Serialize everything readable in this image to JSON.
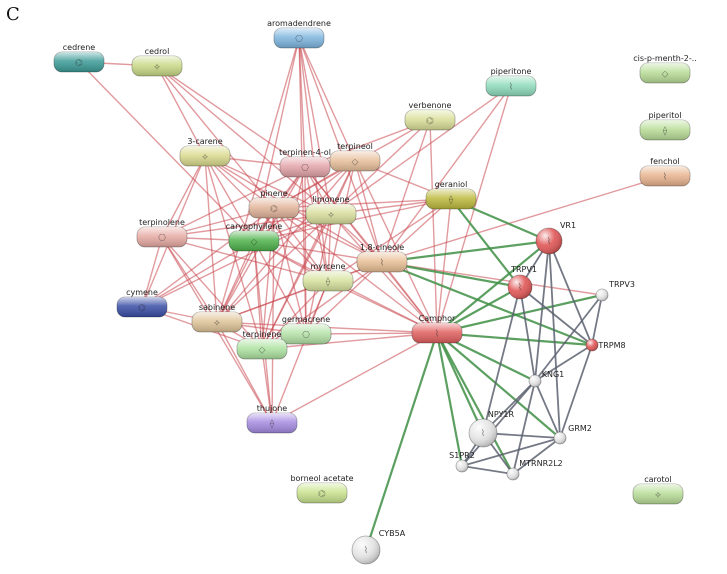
{
  "panel_label": "C",
  "nodes": [
    {
      "id": "cedrene",
      "label": "cedrene",
      "kind": "pill",
      "color": "#3c9c98"
    },
    {
      "id": "cedrol",
      "label": "cedrol",
      "kind": "pill",
      "color": "#c9d986"
    },
    {
      "id": "aromadendrene",
      "label": "aromadendrene",
      "kind": "pill",
      "color": "#7fb6df"
    },
    {
      "id": "cis-p-menth",
      "label": "cis-p-menth-2-..",
      "kind": "pill",
      "color": "#b9dd98"
    },
    {
      "id": "piperitone",
      "label": "piperitone",
      "kind": "pill",
      "color": "#8fdcbc"
    },
    {
      "id": "piperitol",
      "label": "piperitol",
      "kind": "pill",
      "color": "#b9dd98"
    },
    {
      "id": "verbenone",
      "label": "verbenone",
      "kind": "pill",
      "color": "#dadf98"
    },
    {
      "id": "3-carene",
      "label": "3-carene",
      "kind": "pill",
      "color": "#dadb8e"
    },
    {
      "id": "terpinen-4-ol",
      "label": "terpinen-4-ol",
      "kind": "pill",
      "color": "#e3a3a8"
    },
    {
      "id": "terpineol",
      "label": "terpineol",
      "kind": "pill",
      "color": "#e8c09c"
    },
    {
      "id": "fenchol",
      "label": "fenchol",
      "kind": "pill",
      "color": "#e8b48f"
    },
    {
      "id": "geraniol",
      "label": "geraniol",
      "kind": "pill",
      "color": "#bdba3e"
    },
    {
      "id": "pinene",
      "label": "pinene",
      "kind": "pill",
      "color": "#e2b49a"
    },
    {
      "id": "limonene",
      "label": "limonene",
      "kind": "pill",
      "color": "#d9dd9c"
    },
    {
      "id": "terpinolene",
      "label": "terpinolene",
      "kind": "pill",
      "color": "#e7aaa3"
    },
    {
      "id": "caryophyllene",
      "label": "caryophyllene",
      "kind": "pill",
      "color": "#4fb34c"
    },
    {
      "id": "1,8-cineole",
      "label": "1,8-cineole",
      "kind": "pill",
      "color": "#e8bf96"
    },
    {
      "id": "myrcene",
      "label": "myrcene",
      "kind": "pill",
      "color": "#d7e29e"
    },
    {
      "id": "cymene",
      "label": "cymene",
      "kind": "pill",
      "color": "#3a4ea6"
    },
    {
      "id": "sabinene",
      "label": "sabinene",
      "kind": "pill",
      "color": "#dfc499"
    },
    {
      "id": "germacrene",
      "label": "germacrene",
      "kind": "pill",
      "color": "#b5e2a8"
    },
    {
      "id": "terpinene",
      "label": "terpinene",
      "kind": "pill",
      "color": "#aee2a1"
    },
    {
      "id": "Camphor",
      "label": "Camphor",
      "kind": "pill",
      "color": "#e0605f"
    },
    {
      "id": "thujone",
      "label": "thujone",
      "kind": "pill",
      "color": "#a58be0"
    },
    {
      "id": "borneol-acetate",
      "label": "borneol acetate",
      "kind": "pill",
      "color": "#c9e38e"
    },
    {
      "id": "carotol",
      "label": "carotol",
      "kind": "pill",
      "color": "#b9dd98"
    },
    {
      "id": "VR1",
      "label": "VR1",
      "kind": "ball",
      "color": "#e05555"
    },
    {
      "id": "TRPV1",
      "label": "TRPV1",
      "kind": "ball",
      "color": "#e05555"
    },
    {
      "id": "TRPV3",
      "label": "TRPV3",
      "kind": "ball",
      "color": "#e4e4e4"
    },
    {
      "id": "TRPM8",
      "label": "TRPM8",
      "kind": "ball",
      "color": "#e05555"
    },
    {
      "id": "KNG1",
      "label": "KNG1",
      "kind": "ball",
      "color": "#e4e4e4"
    },
    {
      "id": "NPY1R",
      "label": "NPY1R",
      "kind": "ball",
      "color": "#e4e4e4"
    },
    {
      "id": "GRM2",
      "label": "GRM2",
      "kind": "ball",
      "color": "#e4e4e4"
    },
    {
      "id": "S1PR2",
      "label": "S1PR2",
      "kind": "ball",
      "color": "#e4e4e4"
    },
    {
      "id": "MTRNR2L2",
      "label": "MTRNR2L2",
      "kind": "ball",
      "color": "#e4e4e4"
    },
    {
      "id": "CYB5A",
      "label": "CYB5A",
      "kind": "ball",
      "color": "#e4e4e4"
    }
  ],
  "edge_colors": {
    "red": "#c9474e",
    "green": "#3f8f45",
    "grey": "#5c6170"
  },
  "edges": [
    [
      "cedrene",
      "cedrol",
      "red"
    ],
    [
      "cedrene",
      "caryophyllene",
      "red"
    ],
    [
      "cedrol",
      "terpinen-4-ol",
      "red"
    ],
    [
      "cedrol",
      "3-carene",
      "red"
    ],
    [
      "cedrol",
      "limonene",
      "red"
    ],
    [
      "cedrol",
      "pinene",
      "red"
    ],
    [
      "aromadendrene",
      "terpinen-4-ol",
      "red"
    ],
    [
      "aromadendrene",
      "caryophyllene",
      "red"
    ],
    [
      "aromadendrene",
      "1,8-cineole",
      "red"
    ],
    [
      "aromadendrene",
      "limonene",
      "red"
    ],
    [
      "aromadendrene",
      "sabinene",
      "red"
    ],
    [
      "aromadendrene",
      "germacrene",
      "red"
    ],
    [
      "aromadendrene",
      "myrcene",
      "red"
    ],
    [
      "aromadendrene",
      "terpineol",
      "red"
    ],
    [
      "piperitone",
      "1,8-cineole",
      "red"
    ],
    [
      "piperitone",
      "limonene",
      "red"
    ],
    [
      "piperitone",
      "Camphor",
      "red"
    ],
    [
      "verbenone",
      "pinene",
      "red"
    ],
    [
      "verbenone",
      "Camphor",
      "red"
    ],
    [
      "verbenone",
      "limonene",
      "red"
    ],
    [
      "verbenone",
      "terpinen-4-ol",
      "red"
    ],
    [
      "verbenone",
      "1,8-cineole",
      "red"
    ],
    [
      "fenchol",
      "1,8-cineole",
      "red"
    ],
    [
      "3-carene",
      "terpinen-4-ol",
      "red"
    ],
    [
      "3-carene",
      "pinene",
      "red"
    ],
    [
      "3-carene",
      "limonene",
      "red"
    ],
    [
      "3-carene",
      "myrcene",
      "red"
    ],
    [
      "3-carene",
      "sabinene",
      "red"
    ],
    [
      "3-carene",
      "terpinolene",
      "red"
    ],
    [
      "3-carene",
      "caryophyllene",
      "red"
    ],
    [
      "3-carene",
      "cymene",
      "red"
    ],
    [
      "3-carene",
      "terpinene",
      "red"
    ],
    [
      "3-carene",
      "1,8-cineole",
      "red"
    ],
    [
      "terpinen-4-ol",
      "terpineol",
      "red"
    ],
    [
      "terpinen-4-ol",
      "pinene",
      "red"
    ],
    [
      "terpinen-4-ol",
      "limonene",
      "red"
    ],
    [
      "terpinen-4-ol",
      "1,8-cineole",
      "red"
    ],
    [
      "terpinen-4-ol",
      "myrcene",
      "red"
    ],
    [
      "terpinen-4-ol",
      "sabinene",
      "red"
    ],
    [
      "terpinen-4-ol",
      "terpinene",
      "red"
    ],
    [
      "terpinen-4-ol",
      "Camphor",
      "red"
    ],
    [
      "terpinen-4-ol",
      "caryophyllene",
      "red"
    ],
    [
      "terpinen-4-ol",
      "germacrene",
      "red"
    ],
    [
      "terpinen-4-ol",
      "terpinolene",
      "red"
    ],
    [
      "terpineol",
      "limonene",
      "red"
    ],
    [
      "terpineol",
      "pinene",
      "red"
    ],
    [
      "terpineol",
      "1,8-cineole",
      "red"
    ],
    [
      "terpineol",
      "myrcene",
      "red"
    ],
    [
      "terpineol",
      "Camphor",
      "red"
    ],
    [
      "terpineol",
      "geraniol",
      "red"
    ],
    [
      "terpineol",
      "caryophyllene",
      "red"
    ],
    [
      "terpineol",
      "sabinene",
      "red"
    ],
    [
      "terpineol",
      "terpinene",
      "red"
    ],
    [
      "geraniol",
      "limonene",
      "red"
    ],
    [
      "geraniol",
      "1,8-cineole",
      "red"
    ],
    [
      "geraniol",
      "myrcene",
      "red"
    ],
    [
      "geraniol",
      "Camphor",
      "red"
    ],
    [
      "geraniol",
      "pinene",
      "red"
    ],
    [
      "geraniol",
      "caryophyllene",
      "red"
    ],
    [
      "pinene",
      "limonene",
      "red"
    ],
    [
      "pinene",
      "caryophyllene",
      "red"
    ],
    [
      "pinene",
      "myrcene",
      "red"
    ],
    [
      "pinene",
      "1,8-cineole",
      "red"
    ],
    [
      "pinene",
      "sabinene",
      "red"
    ],
    [
      "pinene",
      "terpinolene",
      "red"
    ],
    [
      "pinene",
      "terpinene",
      "red"
    ],
    [
      "pinene",
      "Camphor",
      "red"
    ],
    [
      "pinene",
      "germacrene",
      "red"
    ],
    [
      "pinene",
      "cymene",
      "red"
    ],
    [
      "pinene",
      "thujone",
      "red"
    ],
    [
      "limonene",
      "caryophyllene",
      "red"
    ],
    [
      "limonene",
      "myrcene",
      "red"
    ],
    [
      "limonene",
      "1,8-cineole",
      "red"
    ],
    [
      "limonene",
      "sabinene",
      "red"
    ],
    [
      "limonene",
      "terpinene",
      "red"
    ],
    [
      "limonene",
      "Camphor",
      "red"
    ],
    [
      "limonene",
      "germacrene",
      "red"
    ],
    [
      "limonene",
      "terpinolene",
      "red"
    ],
    [
      "limonene",
      "cymene",
      "red"
    ],
    [
      "terpinolene",
      "caryophyllene",
      "red"
    ],
    [
      "terpinolene",
      "sabinene",
      "red"
    ],
    [
      "terpinolene",
      "terpinene",
      "red"
    ],
    [
      "terpinolene",
      "cymene",
      "red"
    ],
    [
      "terpinolene",
      "myrcene",
      "red"
    ],
    [
      "terpinolene",
      "thujone",
      "red"
    ],
    [
      "caryophyllene",
      "myrcene",
      "red"
    ],
    [
      "caryophyllene",
      "1,8-cineole",
      "red"
    ],
    [
      "caryophyllene",
      "sabinene",
      "red"
    ],
    [
      "caryophyllene",
      "germacrene",
      "red"
    ],
    [
      "caryophyllene",
      "terpinene",
      "red"
    ],
    [
      "caryophyllene",
      "Camphor",
      "red"
    ],
    [
      "caryophyllene",
      "cymene",
      "red"
    ],
    [
      "caryophyllene",
      "thujone",
      "red"
    ],
    [
      "1,8-cineole",
      "myrcene",
      "red"
    ],
    [
      "1,8-cineole",
      "Camphor",
      "red"
    ],
    [
      "1,8-cineole",
      "sabinene",
      "red"
    ],
    [
      "1,8-cineole",
      "terpinene",
      "red"
    ],
    [
      "1,8-cineole",
      "germacrene",
      "red"
    ],
    [
      "myrcene",
      "sabinene",
      "red"
    ],
    [
      "myrcene",
      "terpinene",
      "red"
    ],
    [
      "myrcene",
      "Camphor",
      "red"
    ],
    [
      "myrcene",
      "germacrene",
      "red"
    ],
    [
      "myrcene",
      "thujone",
      "red"
    ],
    [
      "cymene",
      "sabinene",
      "red"
    ],
    [
      "cymene",
      "terpinene",
      "red"
    ],
    [
      "sabinene",
      "terpinene",
      "red"
    ],
    [
      "sabinene",
      "germacrene",
      "red"
    ],
    [
      "sabinene",
      "thujone",
      "red"
    ],
    [
      "sabinene",
      "Camphor",
      "red"
    ],
    [
      "germacrene",
      "Camphor",
      "red"
    ],
    [
      "terpinene",
      "Camphor",
      "red"
    ],
    [
      "terpinene",
      "thujone",
      "red"
    ],
    [
      "Camphor",
      "thujone",
      "red"
    ],
    [
      "1,8-cineole",
      "TRPV3",
      "red"
    ],
    [
      "geraniol",
      "VR1",
      "green"
    ],
    [
      "geraniol",
      "TRPV1",
      "green"
    ],
    [
      "1,8-cineole",
      "VR1",
      "green"
    ],
    [
      "1,8-cineole",
      "TRPV1",
      "green"
    ],
    [
      "1,8-cineole",
      "TRPM8",
      "green"
    ],
    [
      "Camphor",
      "VR1",
      "green"
    ],
    [
      "Camphor",
      "TRPV1",
      "green"
    ],
    [
      "Camphor",
      "TRPV3",
      "green"
    ],
    [
      "Camphor",
      "TRPM8",
      "green"
    ],
    [
      "Camphor",
      "KNG1",
      "green"
    ],
    [
      "Camphor",
      "NPY1R",
      "green"
    ],
    [
      "Camphor",
      "GRM2",
      "green"
    ],
    [
      "Camphor",
      "S1PR2",
      "green"
    ],
    [
      "Camphor",
      "MTRNR2L2",
      "green"
    ],
    [
      "Camphor",
      "CYB5A",
      "green"
    ],
    [
      "VR1",
      "TRPV1",
      "grey"
    ],
    [
      "VR1",
      "TRPM8",
      "grey"
    ],
    [
      "VR1",
      "KNG1",
      "grey"
    ],
    [
      "VR1",
      "GRM2",
      "grey"
    ],
    [
      "TRPV1",
      "TRPM8",
      "grey"
    ],
    [
      "TRPV1",
      "KNG1",
      "grey"
    ],
    [
      "TRPV1",
      "NPY1R",
      "grey"
    ],
    [
      "TRPV3",
      "TRPM8",
      "grey"
    ],
    [
      "TRPV3",
      "KNG1",
      "grey"
    ],
    [
      "TRPM8",
      "KNG1",
      "grey"
    ],
    [
      "TRPM8",
      "GRM2",
      "grey"
    ],
    [
      "KNG1",
      "NPY1R",
      "grey"
    ],
    [
      "KNG1",
      "GRM2",
      "grey"
    ],
    [
      "KNG1",
      "S1PR2",
      "grey"
    ],
    [
      "KNG1",
      "MTRNR2L2",
      "grey"
    ],
    [
      "NPY1R",
      "GRM2",
      "grey"
    ],
    [
      "NPY1R",
      "S1PR2",
      "grey"
    ],
    [
      "NPY1R",
      "MTRNR2L2",
      "grey"
    ],
    [
      "S1PR2",
      "MTRNR2L2",
      "grey"
    ],
    [
      "S1PR2",
      "GRM2",
      "grey"
    ],
    [
      "MTRNR2L2",
      "GRM2",
      "grey"
    ]
  ]
}
